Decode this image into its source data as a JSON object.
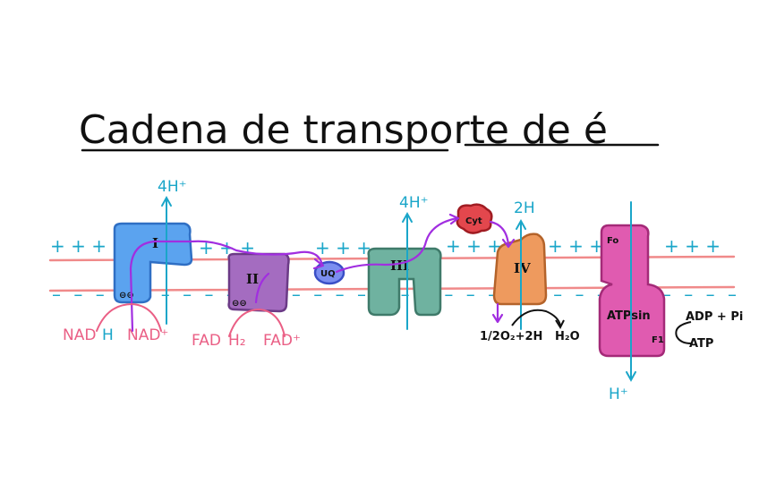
{
  "title": "Cadena de transporte de é",
  "membrane": {
    "top_charges": "+ + +",
    "top_charges_b": "+ + +",
    "top_charges_c": "+ + +",
    "top_charges_d": "+ + +",
    "top_charges_e": "+ + +",
    "top_charges_f": "+ + +",
    "bottom_charges": "– – – – – – – – – – – – – – – – – – – – – – – – – – – – – – – –"
  },
  "complexes": {
    "c1": {
      "label": "I",
      "electrons": "⊖⊖"
    },
    "c2": {
      "label": "II",
      "electrons": "⊖⊖"
    },
    "uq": {
      "label": "UQ"
    },
    "c3": {
      "label": "III"
    },
    "cyt": {
      "label": "Cyt"
    },
    "c4": {
      "label": "IV"
    },
    "atp": {
      "label": "ATPsin",
      "fo": "Fo",
      "f1": "F1"
    }
  },
  "labels": {
    "h_c1": "4H⁺",
    "h_c3": "4H⁺",
    "h_c4": "2H",
    "h_atp": "H⁺",
    "nadh_a": "NAD",
    "nadh_b": "H",
    "nad": "NAD⁺",
    "fadh2_a": "FAD",
    "fadh2_b": "H₂",
    "fad": "FAD⁺",
    "o2": "1/2O₂+2H",
    "h2o": "H₂O",
    "adp": "ADP + Pi",
    "atp": "ATP"
  },
  "colors": {
    "membrane": "#f08a8a",
    "proton": "#1aa6c9",
    "electron_path": "#a12ee0",
    "c1": "#5ba3ef",
    "c2": "#a46cc0",
    "uq": "#7b8ef0",
    "c3": "#6fb2a0",
    "cyt": "#e3474d",
    "c4": "#ee9a5e",
    "atp": "#e05bb0",
    "substrate": "#ea5f85"
  }
}
